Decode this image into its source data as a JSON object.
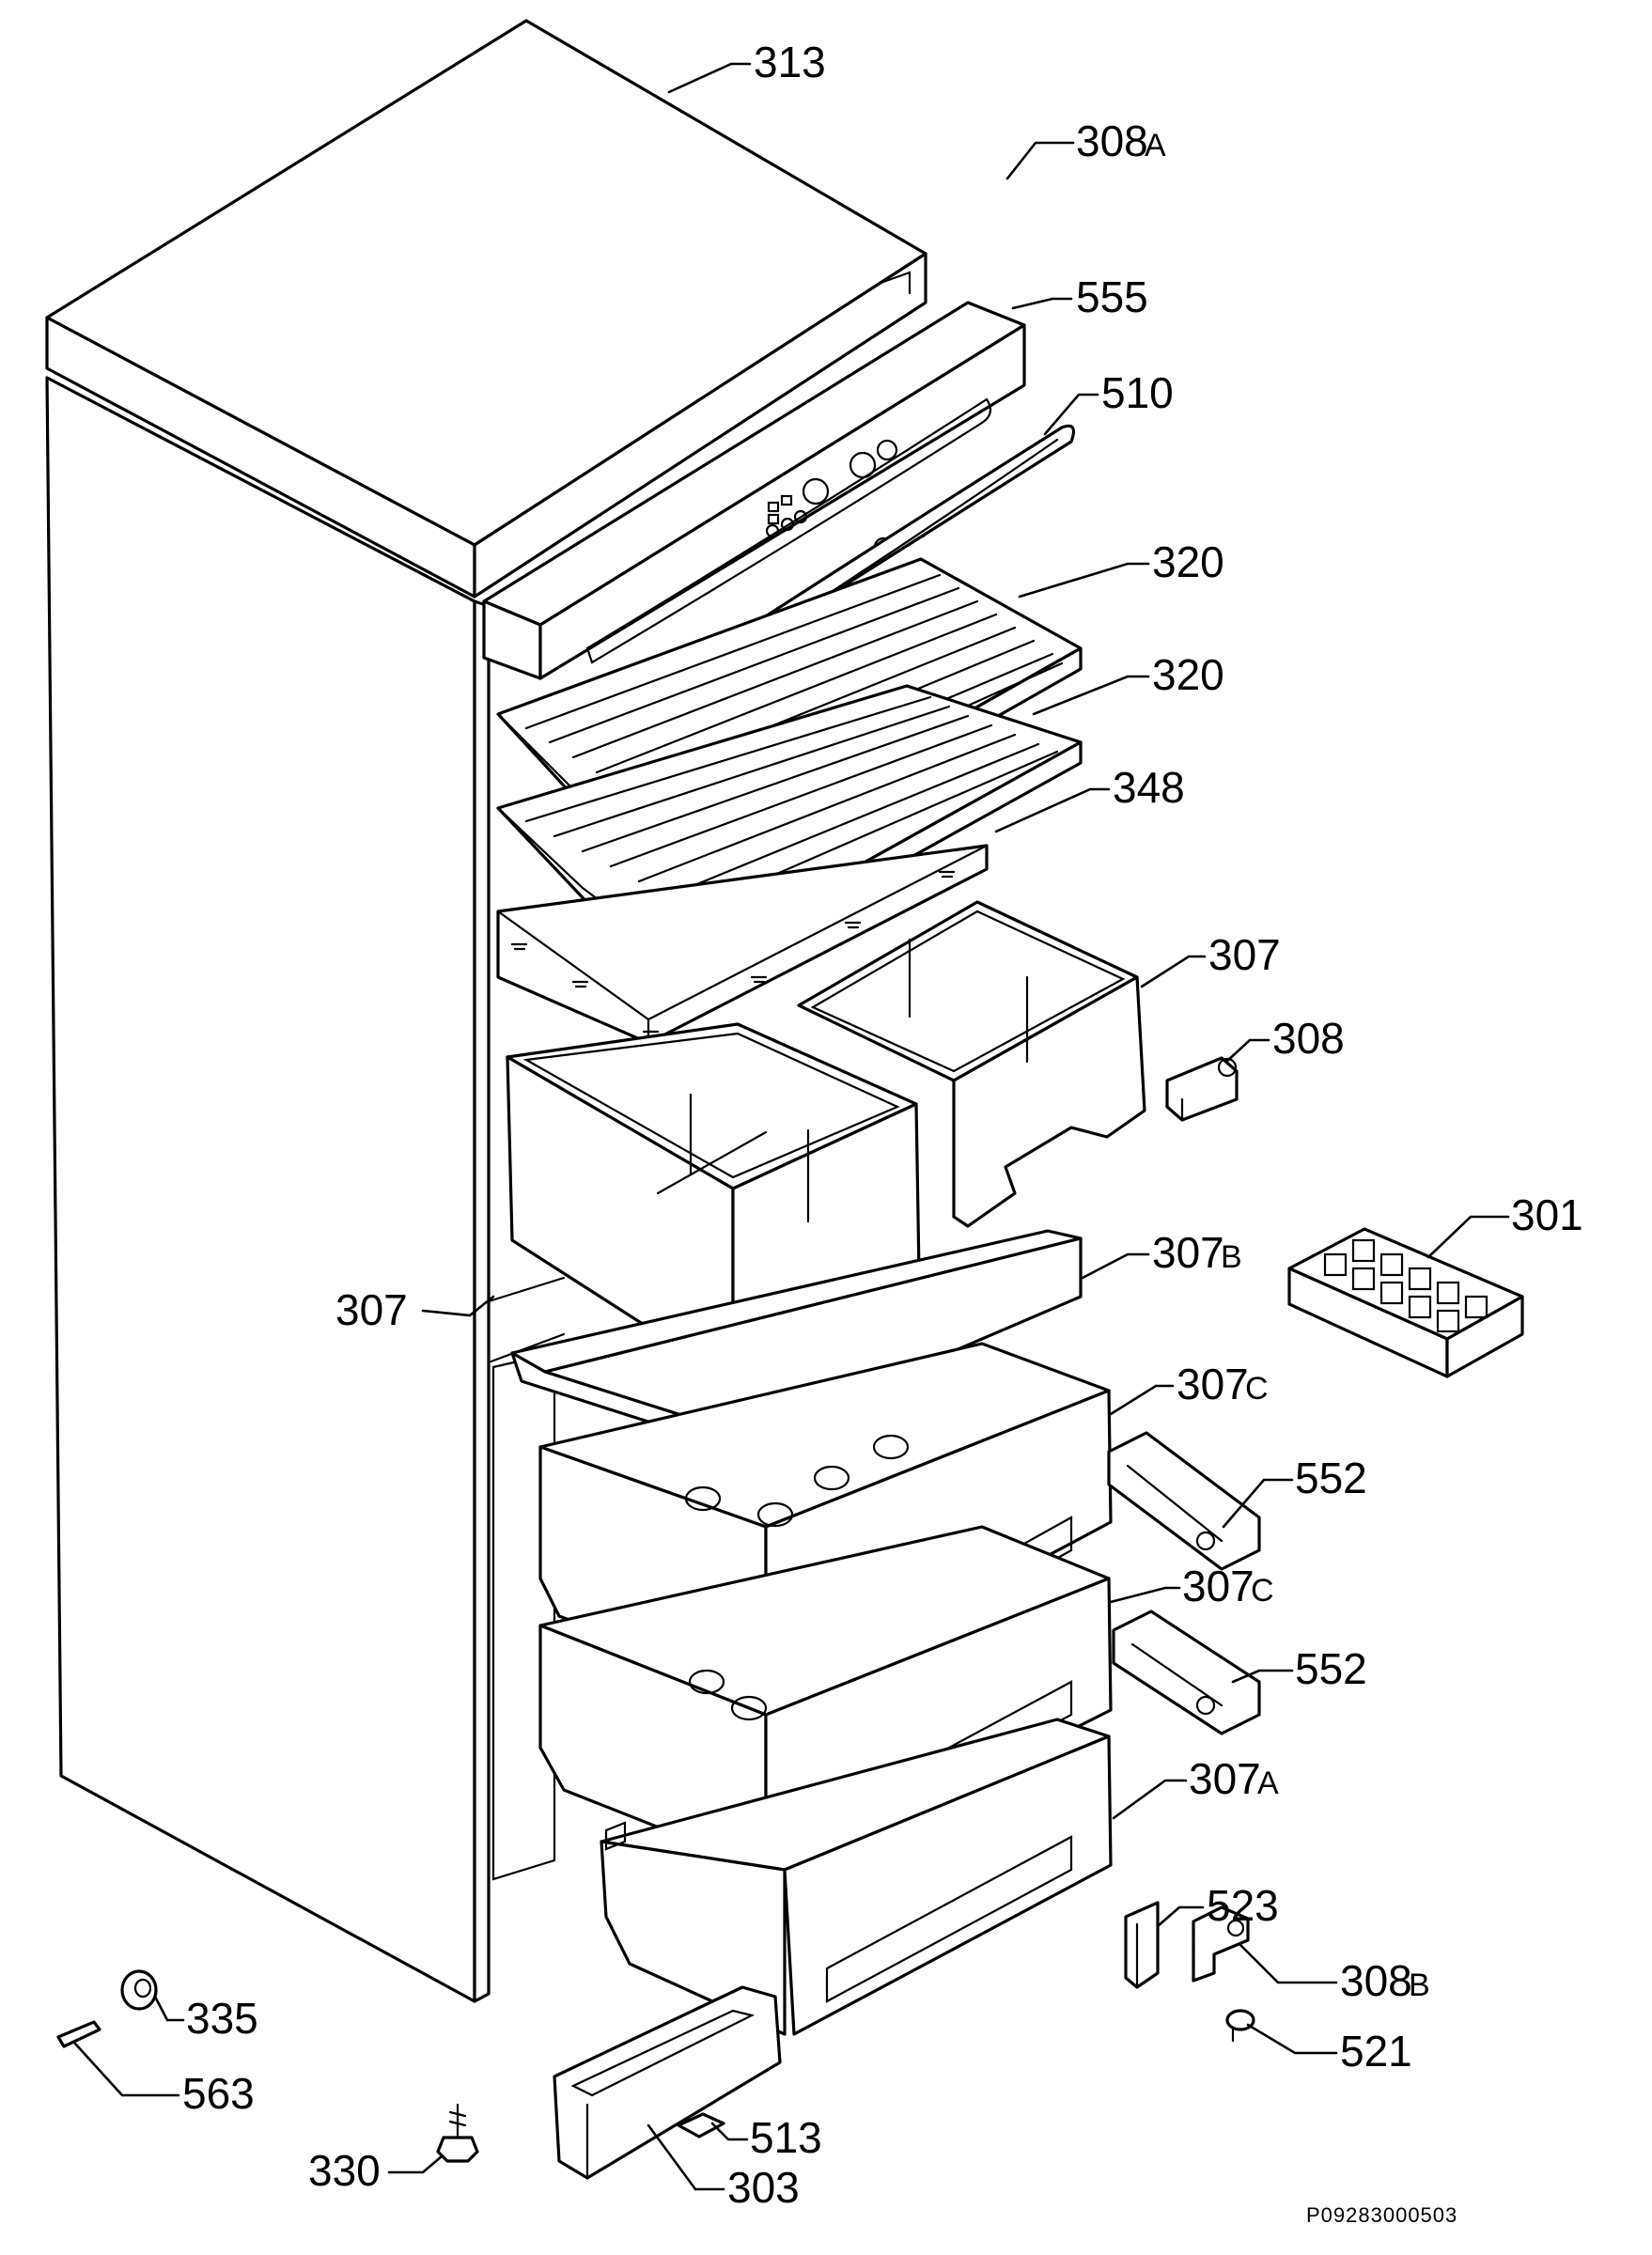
{
  "labels": {
    "l313": "313",
    "l308a": "308",
    "l308a_suffix": "A",
    "l555": "555",
    "l510": "510",
    "l320a": "320",
    "l320b": "320",
    "l348": "348",
    "l307_right": "307",
    "l308": "308",
    "l301": "301",
    "l307_left": "307",
    "l307b": "307",
    "l307b_suffix": "B",
    "l307c_top": "307",
    "l307c_top_suffix": "C",
    "l552_top": "552",
    "l307c_bottom": "307",
    "l307c_bottom_suffix": "C",
    "l552_bottom": "552",
    "l307a": "307",
    "l307a_suffix": "A",
    "l523": "523",
    "l308b": "308",
    "l308b_suffix": "B",
    "l521": "521",
    "l335": "335",
    "l563": "563",
    "l330": "330",
    "l513": "513",
    "l303": "303"
  },
  "reference_code": "P09283000503"
}
